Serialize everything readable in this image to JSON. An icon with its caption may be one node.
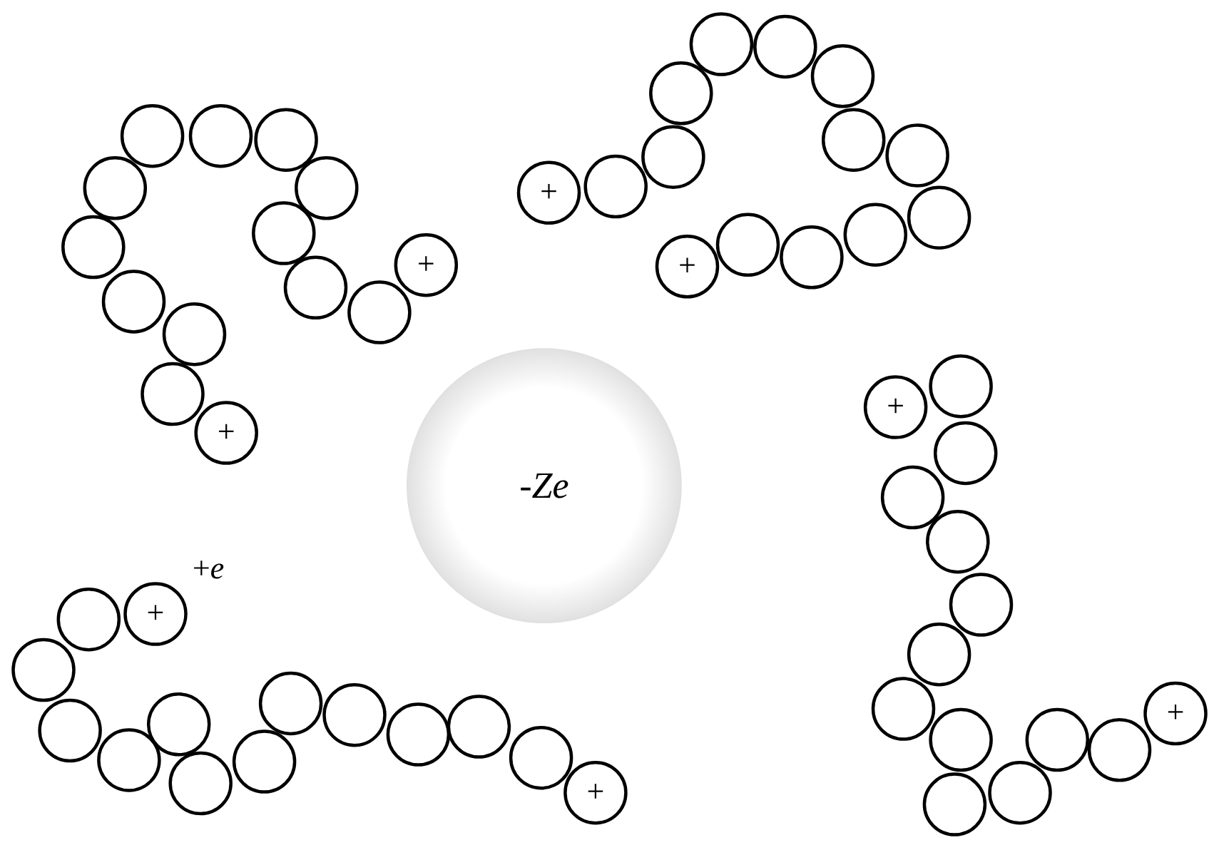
{
  "diagram": {
    "nodes": [
      {
        "text": [
          "+"
        ]
      },
      {
        "text": [],
        "shape": "circle"
      },
      {
        "text": [],
        "shape": "circle"
      },
      {
        "text": [],
        "shape": "circle"
      },
      {
        "text": [],
        "shape": "circle"
      },
      {
        "text": [],
        "shape": "circle"
      },
      {
        "text": [],
        "shape": "circle"
      },
      {
        "text": [],
        "shape": "circle"
      },
      {
        "text": [],
        "shape": "circle"
      },
      {
        "text": [],
        "shape": "circle"
      },
      {
        "text": [],
        "shape": "circle"
      },
      {
        "text": [],
        "shape": "circle"
      },
      {
        "text": [],
        "shape": "circle"
      },
      {
        "text": [
          "+"
        ]
      },
      {
        "text": [
          "+"
        ]
      },
      {
        "text": [],
        "shape": "circle"
      },
      {
        "text": [],
        "shape": "circle"
      },
      {
        "text": [],
        "shape": "circle"
      },
      {
        "text": [],
        "shape": "circle"
      },
      {
        "text": [],
        "shape": "circle"
      },
      {
        "text": [],
        "shape": "circle"
      },
      {
        "text": [],
        "shape": "circle"
      },
      {
        "text": [],
        "shape": "circle"
      },
      {
        "text": [],
        "shape": "circle"
      },
      {
        "text": [],
        "shape": "circle"
      },
      {
        "text": [],
        "shape": "circle"
      },
      {
        "text": [],
        "shape": "circle"
      },
      {
        "text": [
          "+"
        ]
      },
      {
        "text": [
          "-*Ze*"
        ]
      },
      {
        "text": [
          "+"
        ]
      },
      {
        "text": [],
        "shape": "circle"
      },
      {
        "text": [],
        "shape": "circle"
      },
      {
        "text": [],
        "shape": "circle"
      },
      {
        "text": [],
        "shape": "circle"
      },
      {
        "text": [],
        "shape": "circle"
      },
      {
        "text": [],
        "shape": "circle"
      },
      {
        "text": [],
        "shape": "circle"
      },
      {
        "text": [],
        "shape": "circle"
      },
      {
        "text": [],
        "shape": "circle"
      },
      {
        "text": [],
        "shape": "circle"
      },
      {
        "text": [],
        "shape": "circle"
      },
      {
        "text": [],
        "shape": "circle"
      },
      {
        "text": [
          "+"
        ]
      },
      {
        "text": [
          "+"
        ]
      },
      {
        "text": [],
        "shape": "circle"
      },
      {
        "text": [],
        "shape": "circle"
      },
      {
        "text": [],
        "shape": "circle"
      },
      {
        "text": [],
        "shape": "circle"
      },
      {
        "text": [],
        "shape": "circle"
      },
      {
        "text": [],
        "shape": "circle"
      },
      {
        "text": [],
        "shape": "circle"
      },
      {
        "text": [],
        "shape": "circle"
      },
      {
        "text": [],
        "shape": "circle"
      },
      {
        "text": [],
        "shape": "circle"
      },
      {
        "text": [],
        "shape": "circle"
      },
      {
        "text": [],
        "shape": "circle"
      },
      {
        "text": [
          "+"
        ]
      }
    ],
    "labels": [
      "+*e*"
    ]
  }
}
